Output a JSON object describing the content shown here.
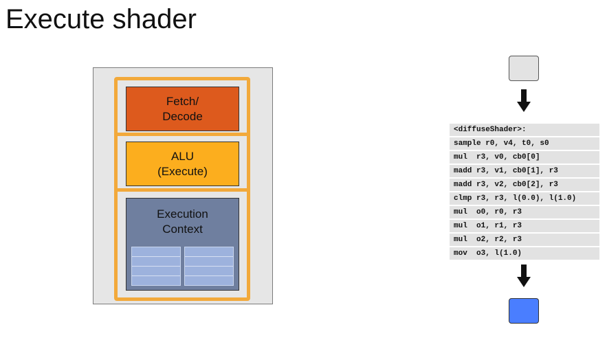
{
  "title": "Execute shader",
  "core": {
    "fetch_line1": "Fetch/",
    "fetch_line2": "Decode",
    "alu_line1": "ALU",
    "alu_line2": "(Execute)",
    "ctx_line1": "Execution",
    "ctx_line2": "Context"
  },
  "code_lines": [
    "<diffuseShader>:",
    "sample r0, v4, t0, s0",
    "mul  r3, v0, cb0[0]",
    "madd r3, v1, cb0[1], r3",
    "madd r3, v2, cb0[2], r3",
    "clmp r3, r3, l(0.0), l(1.0)",
    "mul  o0, r0, r3",
    "mul  o1, r1, r3",
    "mul  o2, r2, r3",
    "mov  o3, l(1.0)"
  ],
  "colors": {
    "fetch": "#dd5a1d",
    "alu": "#fcae1e",
    "context": "#6f7f9f",
    "frame": "#f2a93b",
    "output": "#4a7eff",
    "input": "#e3e3e3"
  }
}
